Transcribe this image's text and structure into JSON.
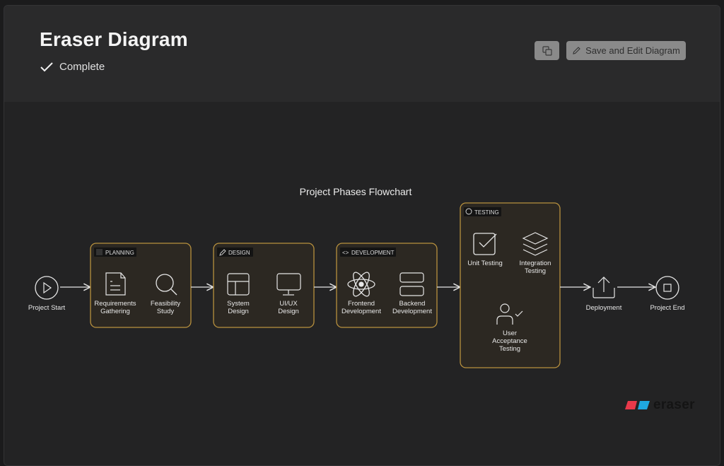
{
  "header": {
    "title": "Eraser Diagram",
    "status": "Complete",
    "status_icon": "check-icon",
    "copy_button_icon": "copy-icon",
    "save_button_label": "Save and Edit Diagram",
    "save_button_icon": "pencil-icon"
  },
  "diagram": {
    "title": "Project Phases Flowchart",
    "start_node": {
      "label": "Project Start",
      "icon": "play-circle-icon"
    },
    "groups": [
      {
        "label": "PLANNING",
        "icon": "square-icon",
        "nodes": [
          {
            "label_line1": "Requirements",
            "label_line2": "Gathering",
            "icon": "document-icon"
          },
          {
            "label_line1": "Feasibility",
            "label_line2": "Study",
            "icon": "search-icon"
          }
        ]
      },
      {
        "label": "DESIGN",
        "icon": "pencil-icon",
        "nodes": [
          {
            "label_line1": "System",
            "label_line2": "Design",
            "icon": "layout-icon"
          },
          {
            "label_line1": "UI/UX",
            "label_line2": "Design",
            "icon": "monitor-icon"
          }
        ]
      },
      {
        "label": "DEVELOPMENT",
        "icon": "code-icon",
        "nodes": [
          {
            "label_line1": "Frontend",
            "label_line2": "Development",
            "icon": "react-icon"
          },
          {
            "label_line1": "Backend",
            "label_line2": "Development",
            "icon": "server-icon"
          }
        ]
      },
      {
        "label": "TESTING",
        "icon": "check-circle-icon",
        "nodes": [
          {
            "label_line1": "Unit Testing",
            "label_line2": "",
            "icon": "checkbox-icon"
          },
          {
            "label_line1": "Integration",
            "label_line2": "Testing",
            "icon": "layers-icon"
          },
          {
            "label_line1": "User",
            "label_line2": "Acceptance",
            "label_line3": "Testing",
            "icon": "user-check-icon"
          }
        ]
      }
    ],
    "deployment_node": {
      "label": "Deployment",
      "icon": "upload-icon"
    },
    "end_node": {
      "label": "Project End",
      "icon": "stop-circle-icon"
    },
    "colors": {
      "group_border": "#b8913e",
      "group_fill": "#2c2822",
      "stroke": "#e6e6e6",
      "text": "#e8e8e8"
    }
  },
  "watermark": {
    "text": "eraser",
    "colors": [
      "#e8394a",
      "#1fa8e0"
    ]
  }
}
